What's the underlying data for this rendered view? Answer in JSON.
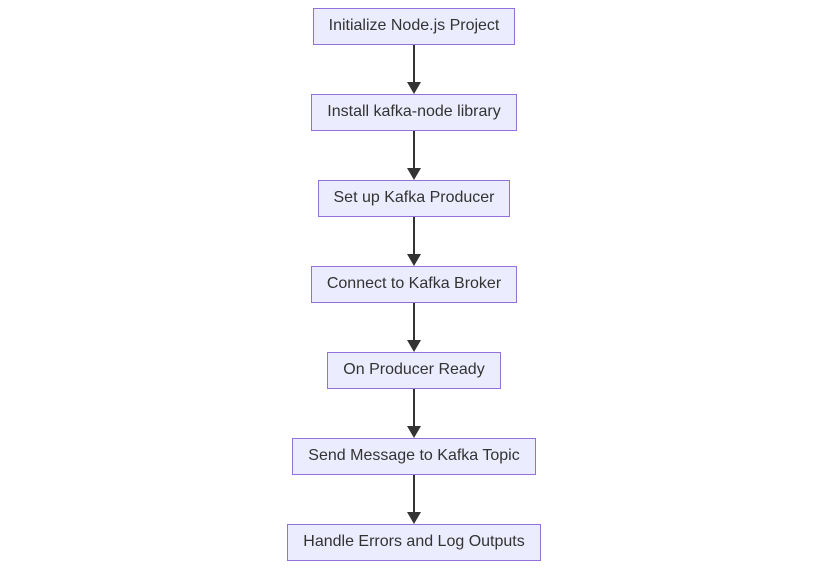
{
  "diagram": {
    "type": "flowchart",
    "direction": "top-down",
    "nodes": [
      {
        "label": "Initialize Node.js Project"
      },
      {
        "label": "Install kafka-node library"
      },
      {
        "label": "Set up Kafka Producer"
      },
      {
        "label": "Connect to Kafka Broker"
      },
      {
        "label": "On Producer Ready"
      },
      {
        "label": "Send Message to Kafka Topic"
      },
      {
        "label": "Handle Errors and Log Outputs"
      }
    ],
    "edges": [
      {
        "from": "Initialize Node.js Project",
        "to": "Install kafka-node library",
        "style": "arrow-down"
      },
      {
        "from": "Install kafka-node library",
        "to": "Set up Kafka Producer",
        "style": "arrow-down"
      },
      {
        "from": "Set up Kafka Producer",
        "to": "Connect to Kafka Broker",
        "style": "arrow-down"
      },
      {
        "from": "Connect to Kafka Broker",
        "to": "On Producer Ready",
        "style": "arrow-down"
      },
      {
        "from": "On Producer Ready",
        "to": "Send Message to Kafka Topic",
        "style": "arrow-down"
      },
      {
        "from": "Send Message to Kafka Topic",
        "to": "Handle Errors and Log Outputs",
        "style": "arrow-down"
      }
    ],
    "colors": {
      "node_fill": "#ECECFF",
      "node_border": "#9370DB",
      "node_text": "#333333",
      "arrow": "#333333",
      "background": "#FFFFFF"
    }
  }
}
